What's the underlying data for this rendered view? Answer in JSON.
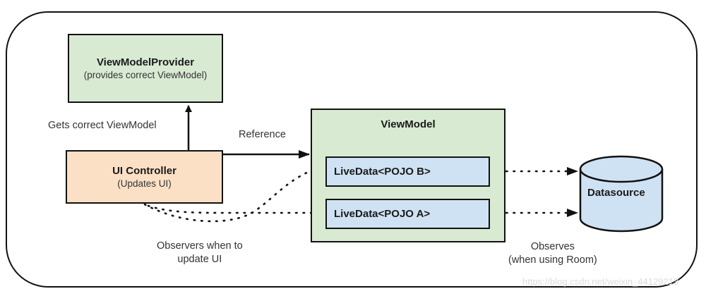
{
  "diagram": {
    "nodes": {
      "view_model_provider": {
        "title": "ViewModelProvider",
        "subtitle": "(provides correct ViewModel)"
      },
      "ui_controller": {
        "title": "UI Controller",
        "subtitle": "(Updates UI)"
      },
      "view_model": {
        "title": "ViewModel"
      },
      "livedata_b": {
        "title": "LiveData<POJO B>"
      },
      "livedata_a": {
        "title": "LiveData<POJO A>"
      },
      "datasource": {
        "title": "Datasource"
      }
    },
    "edges": {
      "gets_viewmodel": {
        "label": "Gets correct ViewModel",
        "style": "solid"
      },
      "reference": {
        "label": "Reference",
        "style": "solid"
      },
      "observers_ui": {
        "label_line1": "Observers when to",
        "label_line2": "update UI",
        "style": "dotted"
      },
      "observes_ds": {
        "label_line1": "Observes",
        "label_line2": "(when using Room)",
        "style": "dotted"
      }
    },
    "colors": {
      "green_box": "#d9ead3",
      "orange_box": "#fbe0c6",
      "blue_box": "#cfe2f3",
      "stroke": "#111111"
    },
    "watermark": "https://blog.csdn.net/weixin_44129213"
  }
}
